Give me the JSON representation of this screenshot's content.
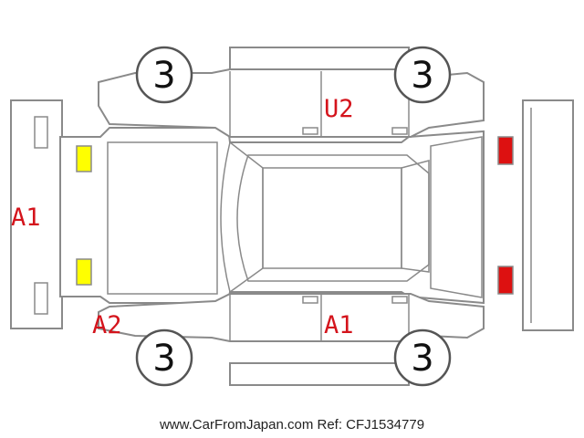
{
  "wheels": {
    "front_left": "3",
    "front_right": "3",
    "rear_left": "3",
    "rear_right": "3"
  },
  "damage_codes": {
    "front_bumper": "A1",
    "front_left_corner": "A2",
    "right_doors": "U2",
    "left_doors": "A1"
  },
  "lamp_colors": {
    "headlight": "#ffff00",
    "taillight": "#dd1111"
  },
  "footer": "www.CarFromJapan.com Ref: CFJ1534779"
}
